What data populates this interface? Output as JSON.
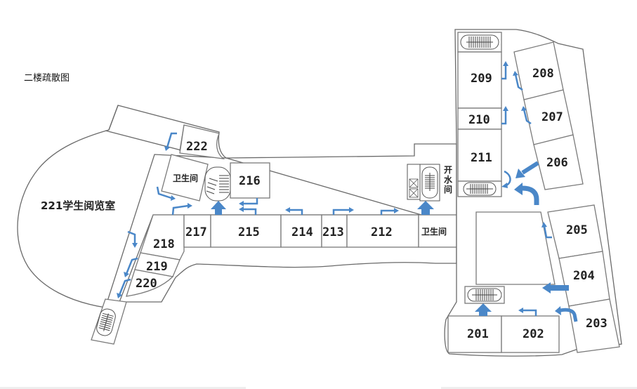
{
  "title": "二楼疏散图",
  "rooms": {
    "r201": "201",
    "r202": "202",
    "r203": "203",
    "r204": "204",
    "r205": "205",
    "r206": "206",
    "r207": "207",
    "r208": "208",
    "r209": "209",
    "r210": "210",
    "r211": "211",
    "r212": "212",
    "r213": "213",
    "r214": "214",
    "r215": "215",
    "r216": "216",
    "r217": "217",
    "r218": "218",
    "r219": "219",
    "r220": "220",
    "r221": "221学生阅览室",
    "r222": "222"
  },
  "facilities": {
    "restroom_west": "卫生间",
    "restroom_east": "卫生间",
    "water_room": [
      "开",
      "水",
      "间"
    ]
  },
  "colors": {
    "arrow": "#4a87c8",
    "wall": "#6a6a6a"
  }
}
